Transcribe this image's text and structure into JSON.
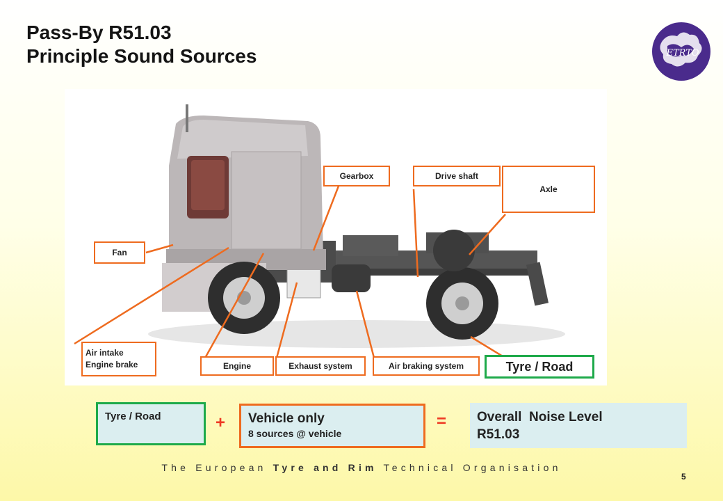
{
  "slide": {
    "title_line1": "Pass-By R51.03",
    "title_line2": "Principle Sound Sources",
    "logo_text": "ETRTO",
    "page_number": "5"
  },
  "labels": {
    "gearbox": "Gearbox",
    "drive_shaft": "Drive shaft",
    "axle": "Axle",
    "fan": "Fan",
    "air_intake": "Air intake\nEngine brake",
    "engine": "Engine",
    "exhaust": "Exhaust system",
    "air_braking": "Air braking system",
    "tyre_road": "Tyre / Road"
  },
  "equation": {
    "tyre_road": "Tyre / Road",
    "plus": "+",
    "vehicle_title": "Vehicle only",
    "vehicle_sub": "8 sources @ vehicle",
    "equals": "=",
    "overall_line1": "Overall  Noise Level",
    "overall_line2": "R51.03"
  },
  "footer": {
    "part1": "The European ",
    "part2": "Tyre and Rim",
    "part3": " Technical Organisation"
  },
  "colors": {
    "label_border": "#ee6b1f",
    "tyre_border": "#1eaa4a",
    "plus_color": "#ee3a24",
    "equation_bg": "#dbeef0"
  }
}
